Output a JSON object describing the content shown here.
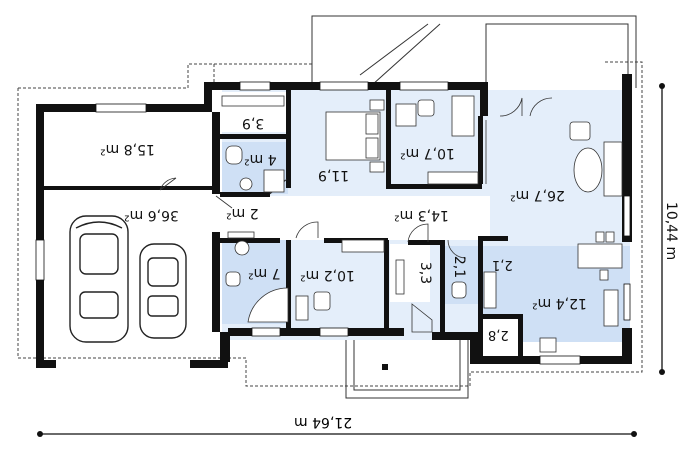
{
  "rooms": {
    "room1": "15,8 m²",
    "room2": "36,6 m²",
    "room3": "3,9",
    "room4": "4 m²",
    "room5": "2 m²",
    "room6": "11,9",
    "room7": "10,7 m²",
    "room8": "26,7 m²",
    "room9": "14,3 m²",
    "room10": "7 m²",
    "room11": "10,2 m²",
    "room12": "3,3",
    "room13": "2,1",
    "room14": "2,1",
    "room15": "12,4 m²",
    "room16": "2,8"
  },
  "dimensions": {
    "width": "21,64 m",
    "depth": "10,44 m"
  },
  "colors": {
    "wall": "#111111",
    "wet_room": "#cfe0f5",
    "living": "#e4eefa",
    "outline": "#777777"
  }
}
